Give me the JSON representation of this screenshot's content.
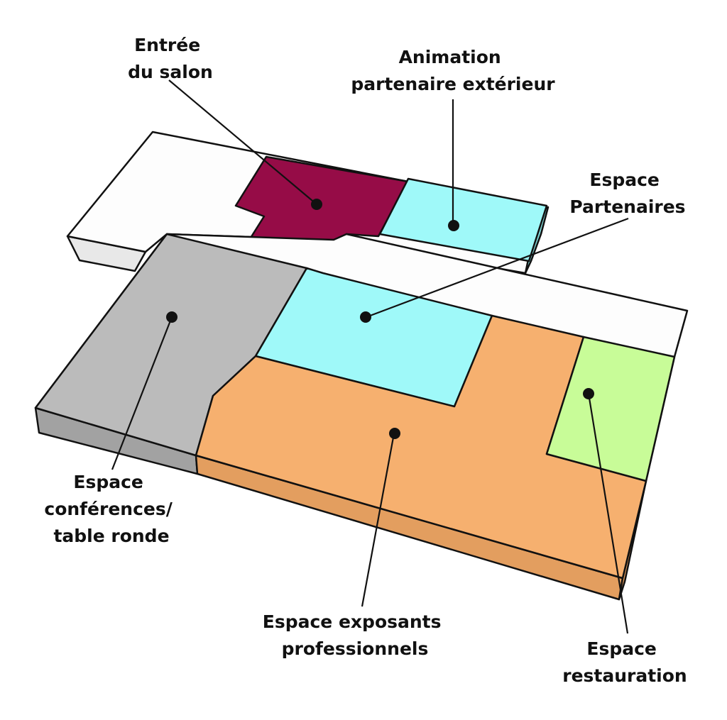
{
  "colors": {
    "background": "#ffffff",
    "outline": "#111111",
    "plateTop": "#fdfdfd",
    "plateSide": "#e8e8e8",
    "entrance": "#960c47",
    "cyan": "#9ff9f9",
    "cyanSide": "#7fd6d6",
    "grey": "#bbbbbb",
    "greySide": "#a2a2a2",
    "orange": "#f6b06f",
    "orangeSide": "#e39e5f",
    "green": "#c8fc98"
  },
  "zones": {
    "entree": {
      "label_lines": [
        "Entrée",
        "du salon"
      ]
    },
    "animation": {
      "label_lines": [
        "Animation",
        "partenaire extérieur"
      ]
    },
    "partenaires": {
      "label_lines": [
        "Espace",
        "Partenaires"
      ]
    },
    "conferences": {
      "label_lines": [
        "Espace",
        "conférences/",
        "table ronde"
      ]
    },
    "exposants": {
      "label_lines": [
        "Espace exposants",
        "professionnels"
      ]
    },
    "restauration": {
      "label_lines": [
        "Espace",
        "restauration"
      ]
    }
  }
}
